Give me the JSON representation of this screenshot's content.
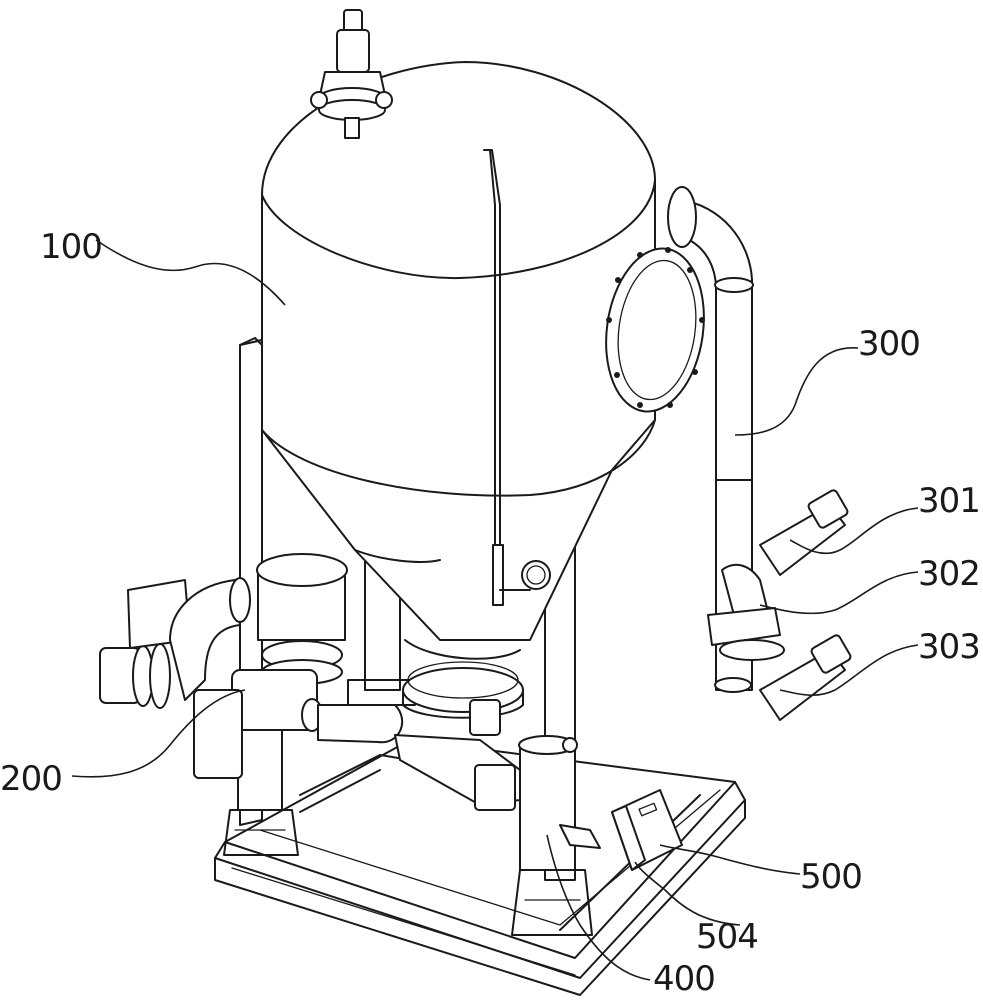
{
  "labels": {
    "l100": "100",
    "l200": "200",
    "l300": "300",
    "l301": "301",
    "l302": "302",
    "l303": "303",
    "l400": "400",
    "l500": "500",
    "l504": "504"
  }
}
